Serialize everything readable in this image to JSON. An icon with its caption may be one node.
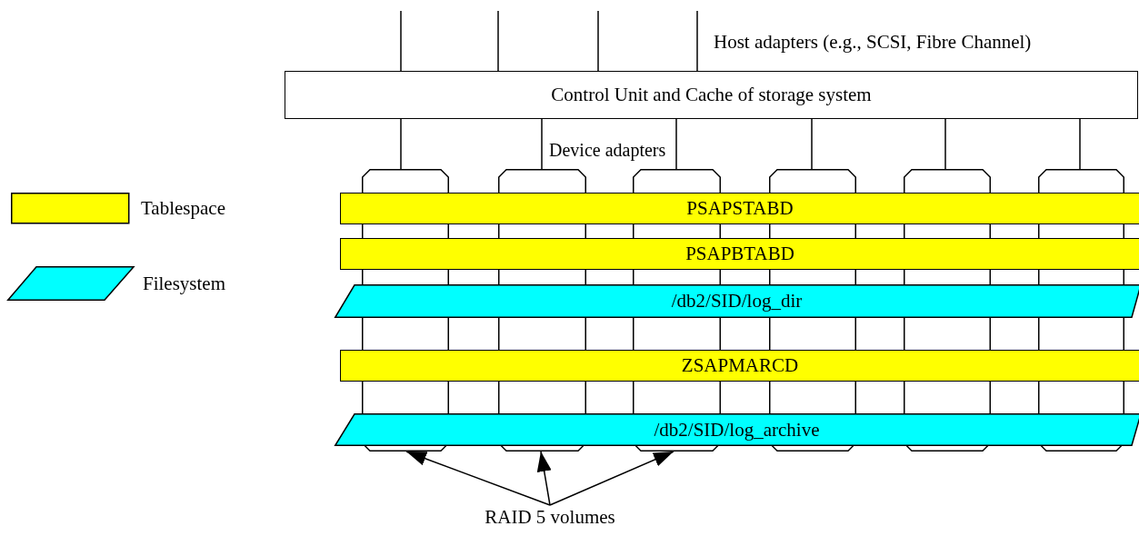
{
  "diagram": {
    "nodes": [
      {
        "text": [
          "Control Unit and Cache of storage system"
        ]
      },
      {
        "text": [],
        "shape": "box"
      },
      {
        "text": [],
        "shape": "box"
      },
      {
        "text": [],
        "shape": "box"
      },
      {
        "text": [],
        "shape": "box"
      },
      {
        "text": [],
        "shape": "box"
      },
      {
        "text": [],
        "shape": "box"
      },
      {
        "text": [
          "PSAPSTABD"
        ]
      },
      {
        "text": [
          "PSAPBTABD"
        ]
      },
      {
        "text": [
          "/db2/SID/log_dir"
        ]
      },
      {
        "text": [
          "ZSAPMARCD"
        ]
      },
      {
        "text": [
          "/db2/SID/log_archive"
        ]
      },
      {
        "text": [
          "RAID 5 volumes"
        ]
      }
    ],
    "edges": [
      {
        "from": null,
        "to": 0,
        "arrow": "none"
      },
      {
        "from": null,
        "to": 0,
        "arrow": "none"
      },
      {
        "from": null,
        "to": 0,
        "arrow": "none"
      },
      {
        "from": null,
        "to": 0,
        "arrow": "none"
      },
      {
        "from": 0,
        "to": 1,
        "arrow": "none"
      },
      {
        "from": 0,
        "to": 2,
        "arrow": "none"
      },
      {
        "from": 0,
        "to": 3,
        "arrow": "none"
      },
      {
        "from": 0,
        "to": 4,
        "arrow": "none"
      },
      {
        "from": 0,
        "to": 5,
        "arrow": "none"
      },
      {
        "from": 0,
        "to": 6,
        "arrow": "none"
      },
      {
        "from": 12,
        "to": 1,
        "arrow": "to"
      },
      {
        "from": 12,
        "to": 2,
        "arrow": "to"
      },
      {
        "from": 12,
        "to": 3,
        "arrow": "to"
      }
    ],
    "labels": [
      "Host adapters (e.g., SCSI, Fibre Channel)",
      "Device adapters"
    ],
    "legend": [
      {
        "text": "Tablespace",
        "color": "#ffff00"
      },
      {
        "text": "Filesystem",
        "color": "#00ffff"
      }
    ]
  }
}
